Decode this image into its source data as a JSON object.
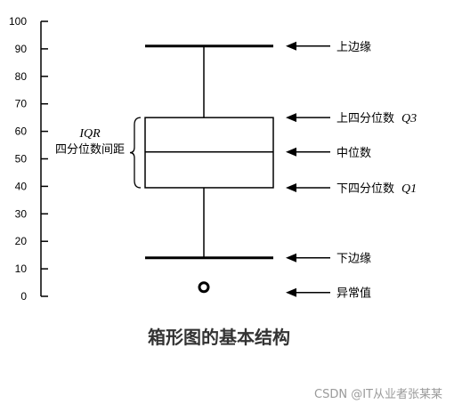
{
  "chart_data": {
    "type": "box",
    "title": "箱形图的基本结构",
    "ylim": [
      0,
      100
    ],
    "yticks": [
      0,
      10,
      20,
      30,
      40,
      50,
      60,
      70,
      80,
      90,
      100
    ],
    "box": {
      "upper_whisker": 91,
      "q3": 65,
      "median": 52.5,
      "q1": 39.5,
      "lower_whisker": 14,
      "outliers": [
        3
      ]
    },
    "iqr_label": {
      "abbr": "IQR",
      "text": "四分位数间距"
    },
    "annotations": [
      {
        "key": "upper_whisker",
        "text": "上边缘",
        "q": ""
      },
      {
        "key": "q3",
        "text": "上四分位数",
        "q": "Q3"
      },
      {
        "key": "median",
        "text": "中位数",
        "q": ""
      },
      {
        "key": "q1",
        "text": "下四分位数",
        "q": "Q1"
      },
      {
        "key": "lower_whisker",
        "text": "下边缘",
        "q": ""
      },
      {
        "key": "outlier",
        "text": "异常值",
        "q": ""
      }
    ]
  },
  "watermark": "CSDN @IT从业者张某某"
}
